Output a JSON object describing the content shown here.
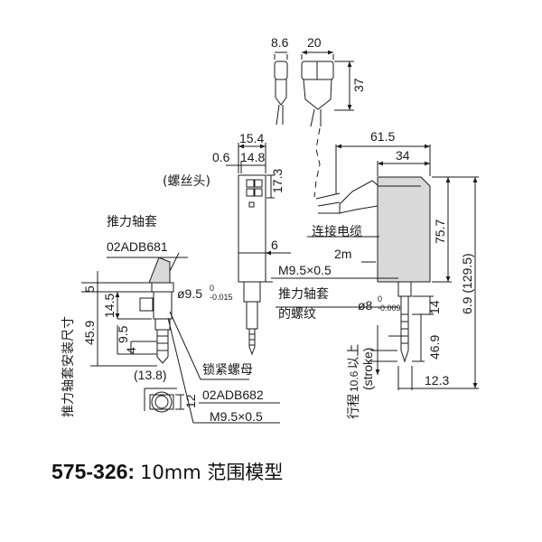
{
  "caption": {
    "model_code": "575-326:",
    "description": "10mm 范围模型"
  },
  "connector_dims": {
    "w1": "8.6",
    "w2": "20",
    "h": "37"
  },
  "top_dims": {
    "w_total": "15.4",
    "w_a": "0.6",
    "w_b": "14.8",
    "h_a": "17.3"
  },
  "side_dims": {
    "d_6": "6",
    "d_5": "5",
    "d_14_5": "14.5",
    "d_9_5": "9.5",
    "d_4": "4",
    "d_45_9": "45.9",
    "d_13_8": "(13.8)",
    "d_12": "12"
  },
  "right_dims": {
    "d_61_5": "61.5",
    "d_34": "34",
    "d_75_7": "75.7",
    "d_6_9": "6.9 (129.5)",
    "d_2m": "2m",
    "d_14": "14",
    "d_46_9": "46.9",
    "d_12_3": "12.3"
  },
  "labels": {
    "screw_head": "(螺丝头)",
    "thrust_sleeve": "推力轴套",
    "part_02adb681": "02ADB681",
    "thrust_sleeve_install": "推力轴套安装尺寸",
    "phi_9_5": "ø9.5",
    "tol_9_5_upper": "0",
    "tol_9_5_lower": "-0.015",
    "lock_nut": "锁紧螺母",
    "part_02adb682": "02ADB682",
    "thread_m9_5": "M9.5×0.5",
    "cable": "连接电缆",
    "thread_m9_5_right": "M9.5×0.5",
    "thrust_sleeve_thread_1": "推力轴套",
    "thrust_sleeve_thread_2": "的螺纹",
    "phi_8": "ø8",
    "tol_8_upper": "0",
    "tol_8_lower": "-0.009",
    "stroke_label": "行程",
    "stroke_value": "10.6",
    "stroke_suffix": "以上",
    "stroke_en": "(stroke)"
  }
}
